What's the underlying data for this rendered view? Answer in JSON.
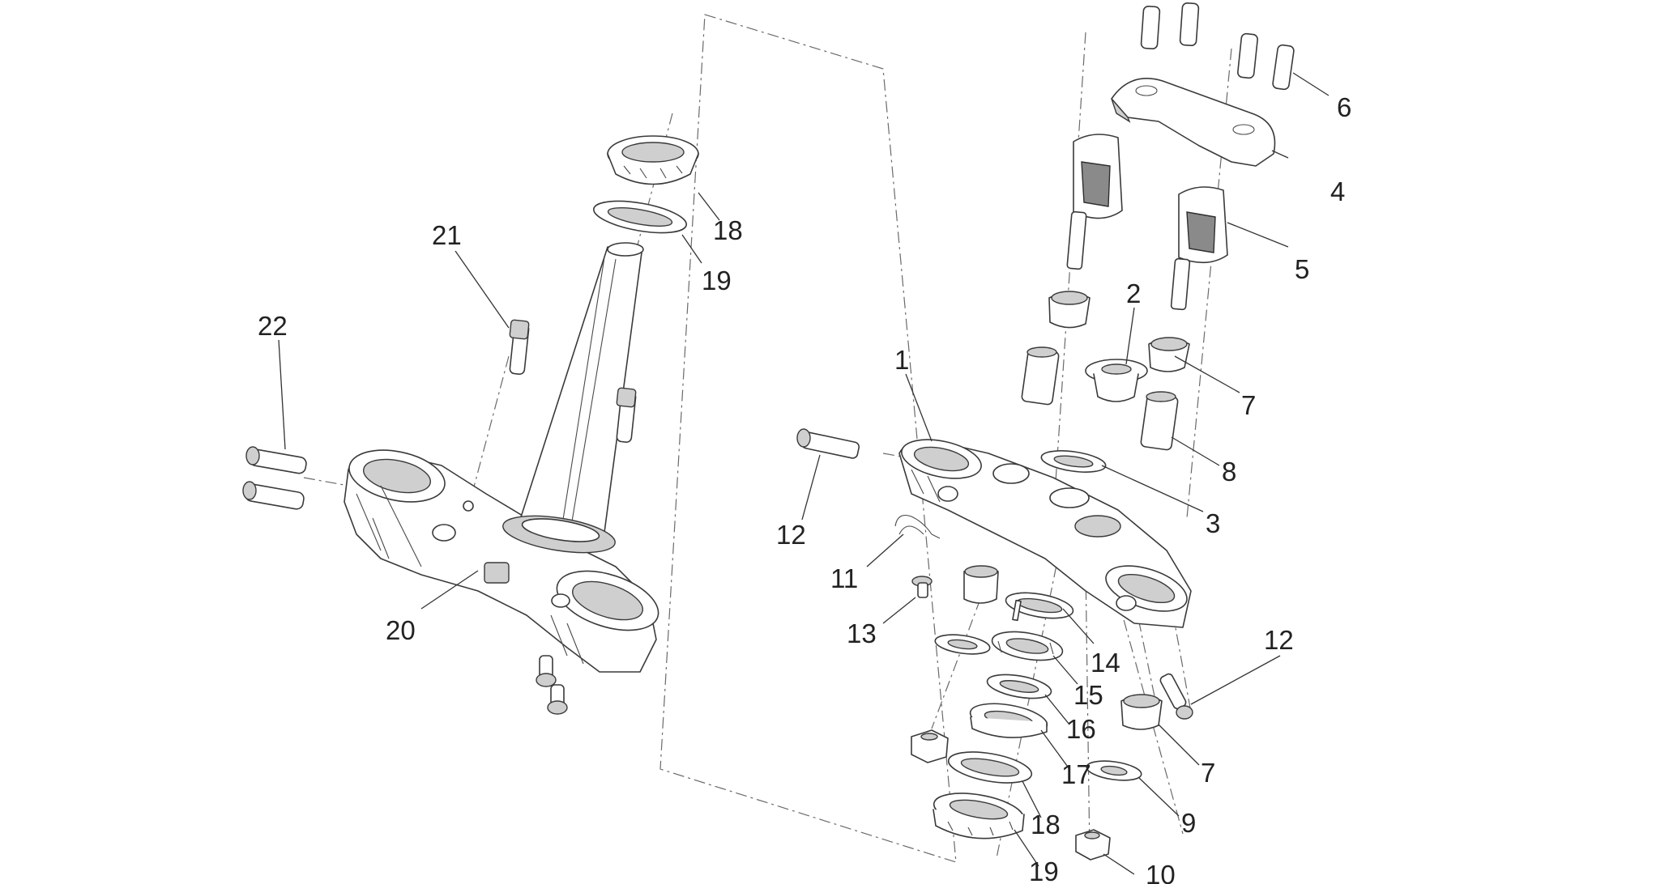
{
  "callouts": [
    {
      "id": "c22",
      "text": "22"
    },
    {
      "id": "c21",
      "text": "21"
    },
    {
      "id": "c18a",
      "text": "18"
    },
    {
      "id": "c19a",
      "text": "19"
    },
    {
      "id": "c20",
      "text": "20"
    },
    {
      "id": "c6",
      "text": "6"
    },
    {
      "id": "c4",
      "text": "4"
    },
    {
      "id": "c5",
      "text": "5"
    },
    {
      "id": "c2",
      "text": "2"
    },
    {
      "id": "c1",
      "text": "1"
    },
    {
      "id": "c7a",
      "text": "7"
    },
    {
      "id": "c8",
      "text": "8"
    },
    {
      "id": "c3",
      "text": "3"
    },
    {
      "id": "c12a",
      "text": "12"
    },
    {
      "id": "c11",
      "text": "11"
    },
    {
      "id": "c13",
      "text": "13"
    },
    {
      "id": "c14",
      "text": "14"
    },
    {
      "id": "c15",
      "text": "15"
    },
    {
      "id": "c16",
      "text": "16"
    },
    {
      "id": "c12b",
      "text": "12"
    },
    {
      "id": "c17",
      "text": "17"
    },
    {
      "id": "c7b",
      "text": "7"
    },
    {
      "id": "c9",
      "text": "9"
    },
    {
      "id": "c18b",
      "text": "18"
    },
    {
      "id": "c19b",
      "text": "19"
    },
    {
      "id": "c10",
      "text": "10"
    }
  ],
  "colors": {
    "line": "#3a3a3a",
    "shade": "#cfcfcf",
    "background": "#ffffff"
  }
}
